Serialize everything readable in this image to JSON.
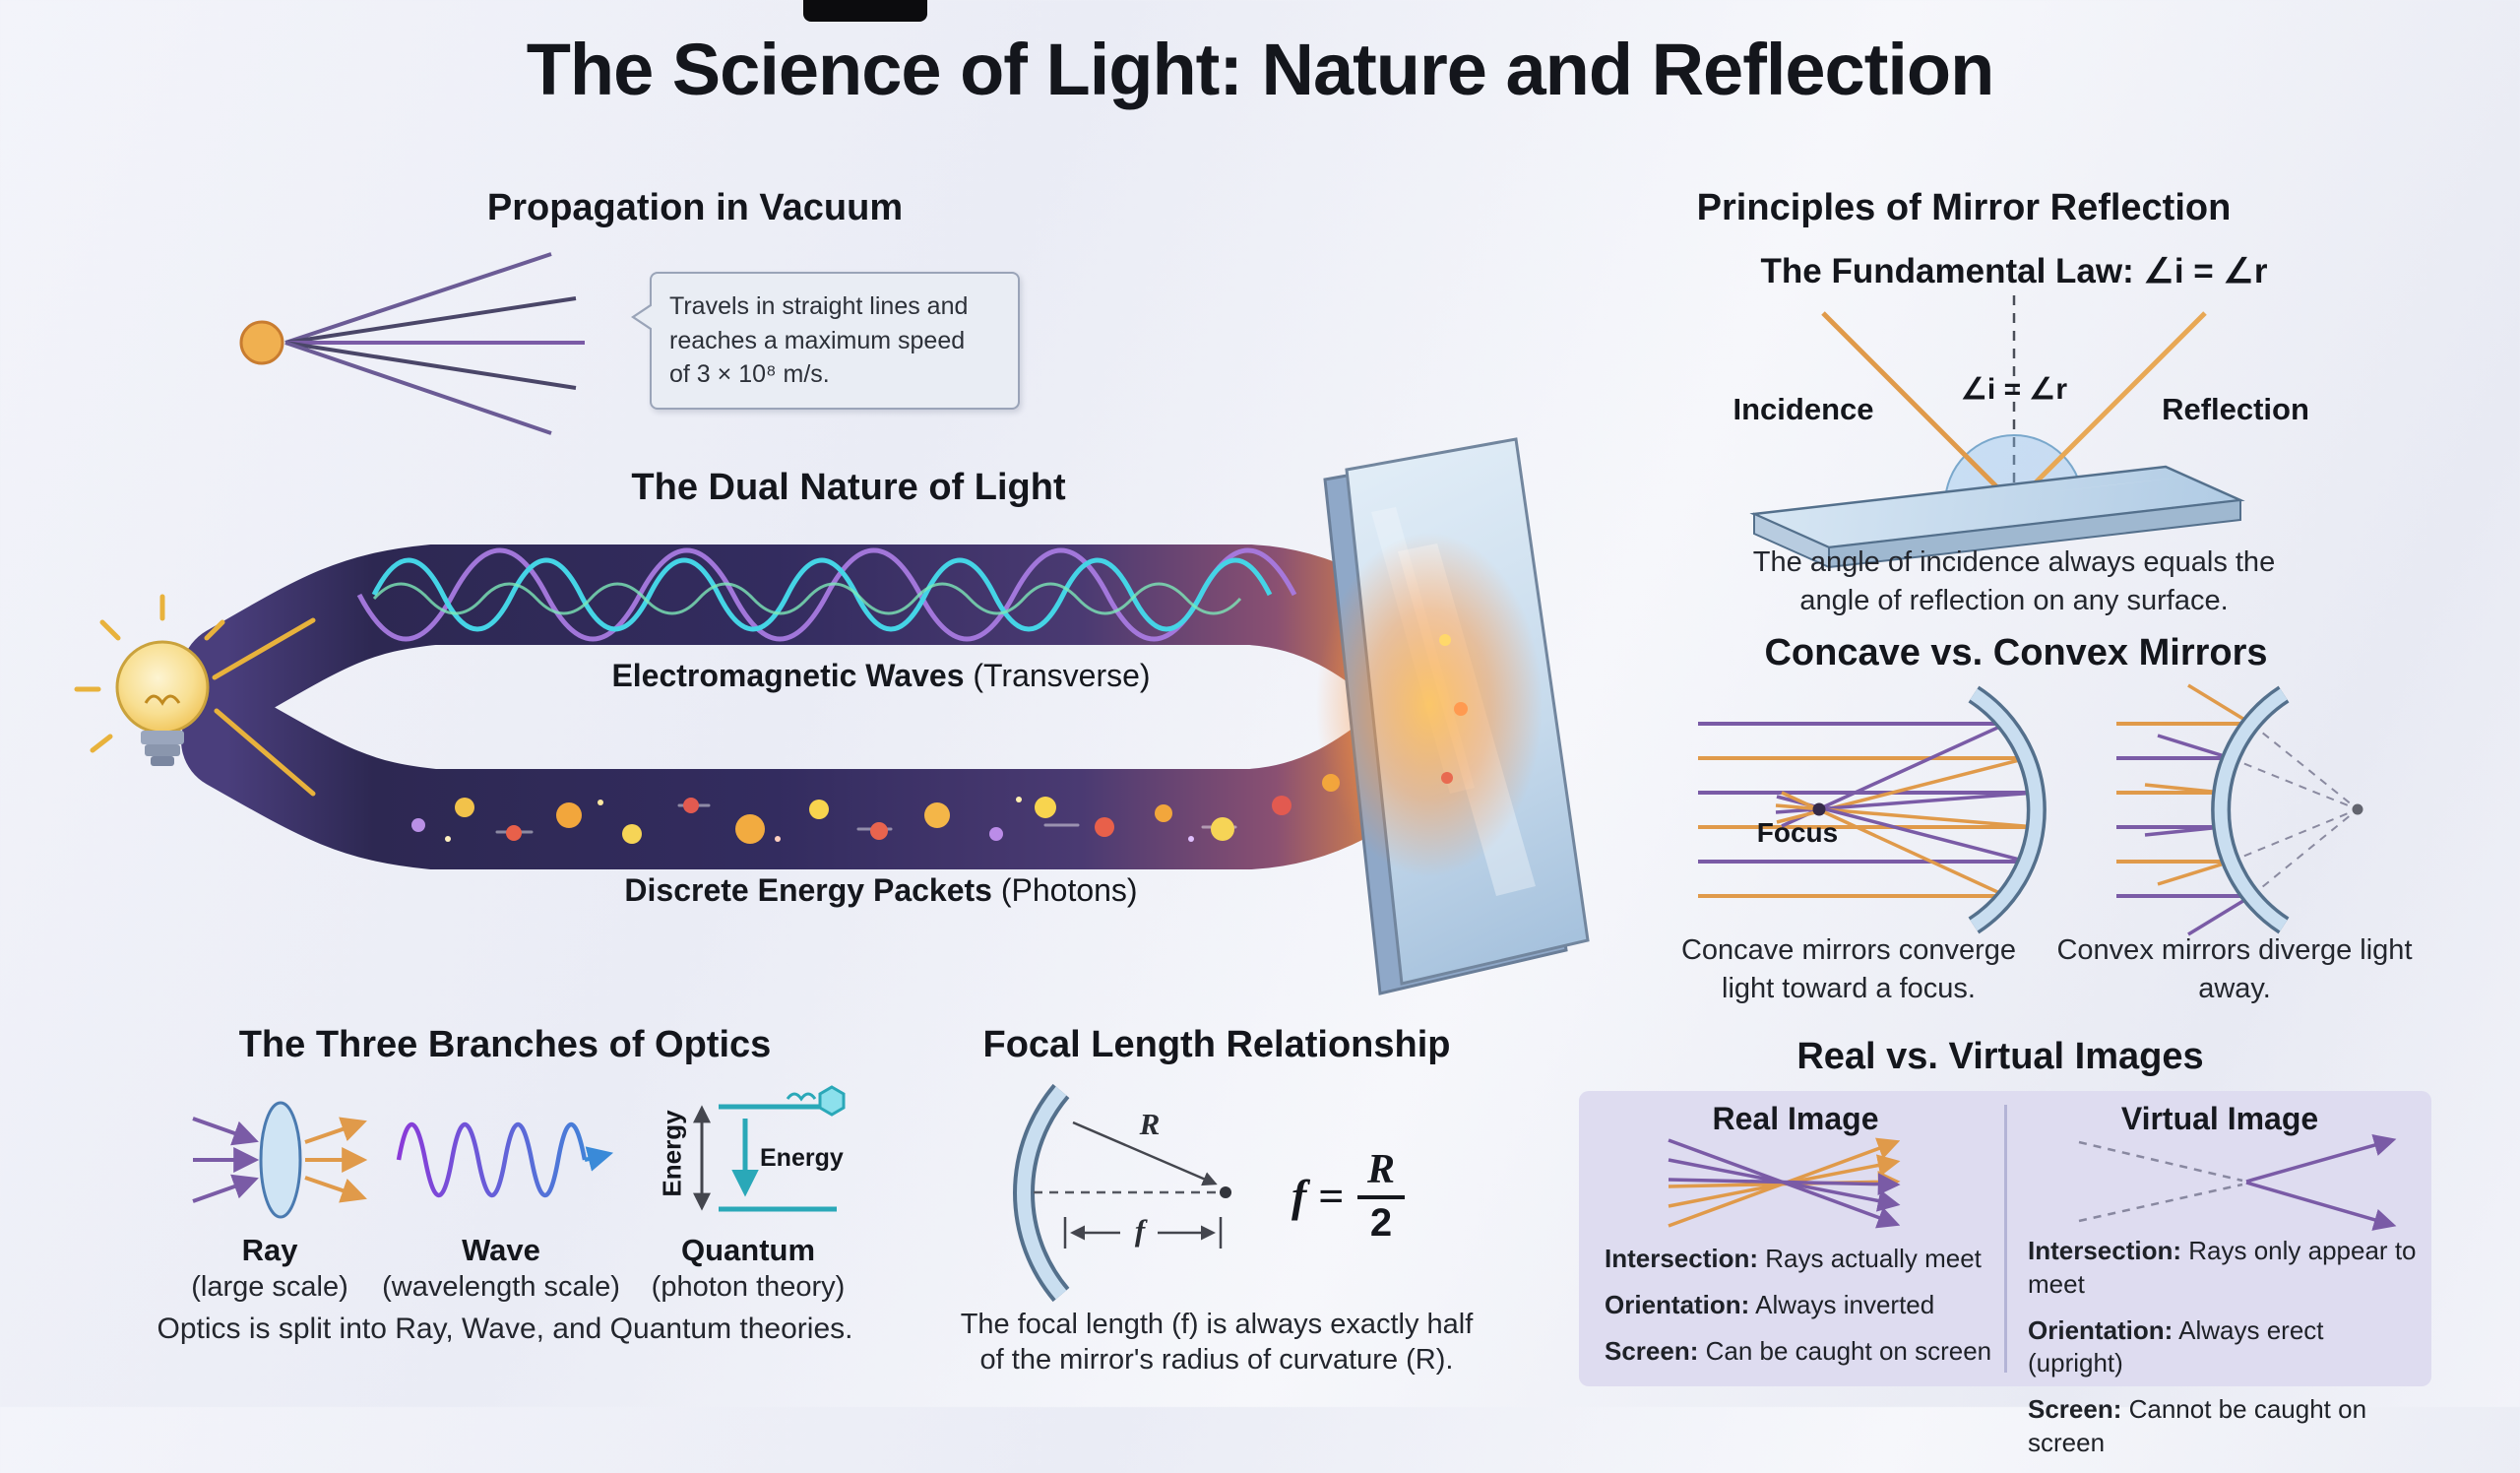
{
  "title": "The Science of Light: Nature and Reflection",
  "colors": {
    "accent_orange": "#e09a4a",
    "accent_purple": "#7a5ba6",
    "accent_teal": "#2aa8b8",
    "wave_cyan": "#45d4e6",
    "mirror_blue": "#c9def0",
    "panel_lavender": "#dedcf0"
  },
  "propagation": {
    "heading": "Propagation in Vacuum",
    "bubble_lines": [
      "Travels in straight lines and",
      "reaches a maximum speed",
      "of 3 × 10⁸ m/s."
    ]
  },
  "dual_nature": {
    "heading": "The Dual Nature of Light",
    "wave_label_bold": "Electromagnetic Waves",
    "wave_label_rest": " (Transverse)",
    "photon_label_bold": "Discrete Energy Packets",
    "photon_label_rest": " (Photons)"
  },
  "reflection": {
    "heading": "Principles of Mirror Reflection",
    "law": "The Fundamental Law: ∠i = ∠r",
    "angle_equation": "∠i = ∠r",
    "incidence_label": "Incidence",
    "reflection_label": "Reflection",
    "caption": "The angle of incidence always equals the angle of reflection on any surface."
  },
  "mirrors": {
    "heading": "Concave vs. Convex Mirrors",
    "focus_label": "Focus",
    "concave_caption": "Concave mirrors converge light toward a focus.",
    "convex_caption": "Convex mirrors diverge light away."
  },
  "branches": {
    "heading": "The Three Branches of Optics",
    "items": [
      {
        "name": "Ray",
        "scale": "(large scale)"
      },
      {
        "name": "Wave",
        "scale": "(wavelength scale)"
      },
      {
        "name": "Quantum",
        "scale": "(photon theory)"
      }
    ],
    "energy_axis_label": "Energy",
    "energy_arrow_label": "Energy",
    "caption": "Optics is split into Ray, Wave, and Quantum theories."
  },
  "focal": {
    "heading": "Focal Length Relationship",
    "radius_symbol": "R",
    "focal_symbol": "f",
    "formula_lhs": "f =",
    "formula_numerator": "R",
    "formula_denominator": "2",
    "caption_line1": "The focal length (f) is always exactly half",
    "caption_line2": "of the mirror's radius of curvature (R)."
  },
  "images": {
    "heading": "Real vs. Virtual Images",
    "real": {
      "title": "Real Image",
      "rows": [
        {
          "label": "Intersection:",
          "text": " Rays actually meet"
        },
        {
          "label": "Orientation:",
          "text": " Always inverted"
        },
        {
          "label": "Screen:",
          "text": " Can be caught on screen"
        }
      ]
    },
    "virtual": {
      "title": "Virtual Image",
      "rows": [
        {
          "label": "Intersection:",
          "text": " Rays only appear to meet"
        },
        {
          "label": "Orientation:",
          "text": " Always erect (upright)"
        },
        {
          "label": "Screen:",
          "text": " Cannot be caught on screen"
        }
      ]
    }
  }
}
